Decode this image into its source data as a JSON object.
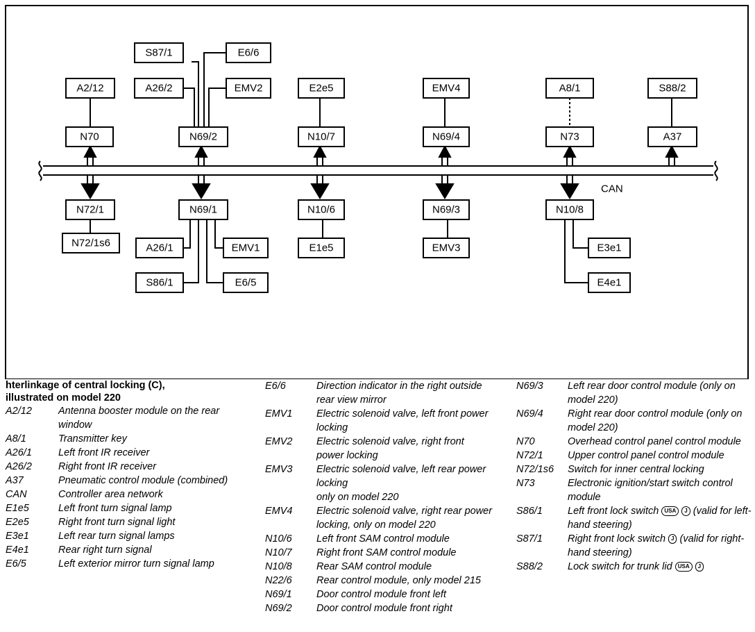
{
  "diagram": {
    "bus_label": "CAN",
    "top_row": {
      "n70": "N70",
      "n692": "N69/2",
      "n107": "N10/7",
      "n694": "N69/4",
      "n73": "N73",
      "a37": "A37",
      "a212": "A2/12",
      "a262": "A26/2",
      "s871": "S87/1",
      "e66": "E6/6",
      "emv2": "EMV2",
      "e2e5": "E2e5",
      "emv4": "EMV4",
      "a81": "A8/1",
      "s882": "S88/2"
    },
    "bottom_row": {
      "n721": "N72/1",
      "n691": "N69/1",
      "n106": "N10/6",
      "n693": "N69/3",
      "n108": "N10/8",
      "n721s6": "N72/1s6",
      "a261": "A26/1",
      "emv1": "EMV1",
      "s861": "S86/1",
      "e65": "E6/5",
      "e1e5": "E1e5",
      "emv3": "EMV3",
      "e3e1": "E3e1",
      "e4e1": "E4e1"
    }
  },
  "legend": {
    "title_line1": "hterlinkage of central locking (C),",
    "title_line2": "illustrated on model 220",
    "col1": [
      {
        "code": "A2/12",
        "desc": "Antenna booster module on the rear window"
      },
      {
        "code": "A8/1",
        "desc": "Transmitter key"
      },
      {
        "code": "A26/1",
        "desc": "Left front IR receiver"
      },
      {
        "code": "A26/2",
        "desc": "Right front IR receiver"
      },
      {
        "code": "A37",
        "desc": "Pneumatic control module (combined)"
      },
      {
        "code": "CAN",
        "desc": "Controller area network"
      },
      {
        "code": "E1e5",
        "desc": "Left front turn signal lamp"
      },
      {
        "code": "E2e5",
        "desc": "Right front turn signal light"
      },
      {
        "code": "E3e1",
        "desc": "Left rear turn signal lamps"
      },
      {
        "code": "E4e1",
        "desc": "Rear right turn signal"
      },
      {
        "code": "E6/5",
        "desc": "Left exterior mirror turn signal lamp"
      }
    ],
    "col2": [
      {
        "code": "E6/6",
        "desc": "Direction indicator in the right outside rear view mirror"
      },
      {
        "code": "EMV1",
        "desc": "Electric solenoid valve, left front power locking"
      },
      {
        "code": "EMV2",
        "desc": "Electric solenoid valve, right front power locking"
      },
      {
        "code": "EMV3",
        "desc": "Electric solenoid valve, left rear power locking"
      },
      {
        "code": "",
        "desc": "only on model 220"
      },
      {
        "code": "EMV4",
        "desc": "Electric solenoid valve, right rear power locking, only on model 220"
      },
      {
        "code": "N10/6",
        "desc": "Left front SAM control module"
      },
      {
        "code": "N10/7",
        "desc": "Right front SAM control module"
      },
      {
        "code": "N10/8",
        "desc": "Rear SAM control module"
      },
      {
        "code": "N22/6",
        "desc": "Rear control module, only model 215"
      },
      {
        "code": "N69/1",
        "desc": "Door control module front left"
      },
      {
        "code": "N69/2",
        "desc": "Door control module front right"
      }
    ],
    "col3": [
      {
        "code": "N69/3",
        "desc": "Left rear door control module (only on model 220)"
      },
      {
        "code": "N69/4",
        "desc": "Right rear door control module (only on model 220)"
      },
      {
        "code": "N70",
        "desc": "Overhead control panel control module"
      },
      {
        "code": "N72/1",
        "desc": "Upper control panel control module"
      },
      {
        "code": "N72/1s6",
        "desc": "Switch for inner central locking"
      },
      {
        "code": "N73",
        "desc": "Electronic ignition/start switch control module"
      },
      {
        "code": "S86/1",
        "desc": "Left front lock switch",
        "badges": [
          "USA",
          "J"
        ],
        "note": "(valid for left-hand steering)"
      },
      {
        "code": "S87/1",
        "desc": "Right front lock switch",
        "badges": [
          "J"
        ],
        "note": "(valid for right-hand steering)"
      },
      {
        "code": "S88/2",
        "desc": "Lock switch for trunk lid",
        "badges": [
          "USA",
          "J"
        ]
      }
    ]
  }
}
